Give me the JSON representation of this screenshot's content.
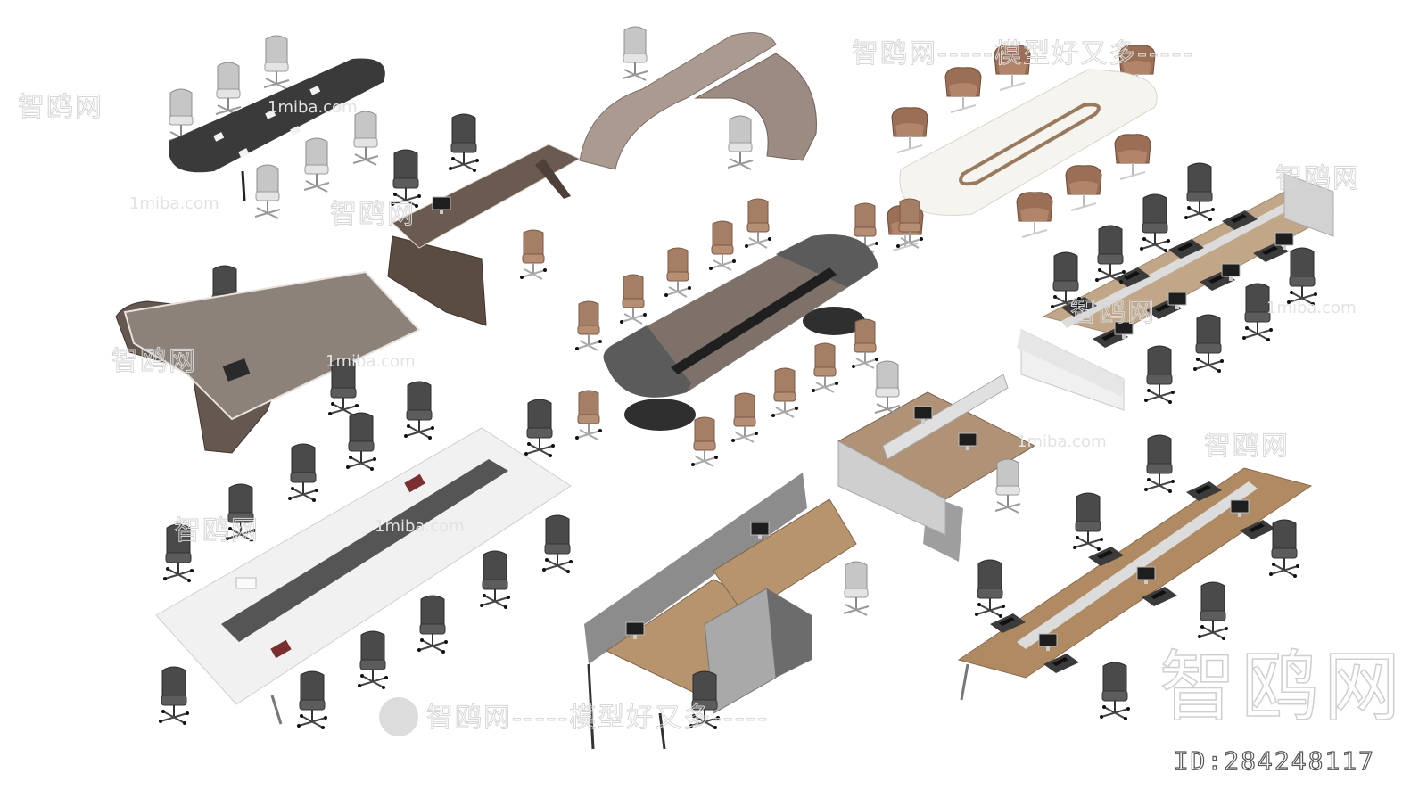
{
  "image": {
    "description": "Isometric 3D renders of office furniture sets on white background",
    "background": "#ffffff"
  },
  "watermarks": {
    "brand_line": "智鸥网-----模型好又多-----",
    "brand_short": "智鸥网",
    "domain": "1miba.com",
    "big_mark": "智鸥网",
    "id_label": "ID:284248117"
  },
  "furniture_groups": [
    {
      "name": "black-conference-table-6-mesh-chairs",
      "table_color": "#3a3a3a",
      "chair_color": "#bdbdbd",
      "chairs": 6
    },
    {
      "name": "executive-desk-walnut",
      "table_color": "#5e4f45",
      "chair_color": "#4a4a4a",
      "chairs": 3
    },
    {
      "name": "curved-reception-desk-taupe",
      "table_color": "#a89890",
      "chair_color": "#9a9a9a",
      "chairs": 2
    },
    {
      "name": "white-oval-conference-table-brown-lounge-chairs",
      "table_color": "#f6f4ef",
      "chair_color": "#9a6f55",
      "chairs": 8
    },
    {
      "name": "l-shaped-executive-desk-grey",
      "table_color": "#7c746c",
      "chair_color": "#3e3e3e",
      "chairs": 1
    },
    {
      "name": "large-conference-table-wood-grey-ends",
      "table_color": "#7d7169",
      "end_color": "#5b5b5b",
      "chair_color": "#a57e66",
      "chairs": 16
    },
    {
      "name": "workstation-bench-8-seats-dark-chairs",
      "table_color": "#c2a688",
      "chair_color": "#4f4f4f",
      "chairs": 8
    },
    {
      "name": "white-long-meeting-table-14-chairs",
      "table_color": "#f1f1f1",
      "strip_color": "#555555",
      "chair_color": "#3f3f3f",
      "chairs": 14
    },
    {
      "name": "two-person-workstation-grey-drawers",
      "table_color": "#b09377",
      "chair_color": "#cfcfcf",
      "chairs": 2
    },
    {
      "name": "cubicle-workstations-wood",
      "table_color": "#b8946e",
      "panel_color": "#8c8c8c",
      "chair_color": "#555555",
      "chairs": 3
    },
    {
      "name": "wood-bench-desk-6-seats-beige-chairs",
      "table_color": "#b08a62",
      "chair_color": "#2f2f2f",
      "seat_color": "#bfb39f",
      "chairs": 6
    }
  ]
}
